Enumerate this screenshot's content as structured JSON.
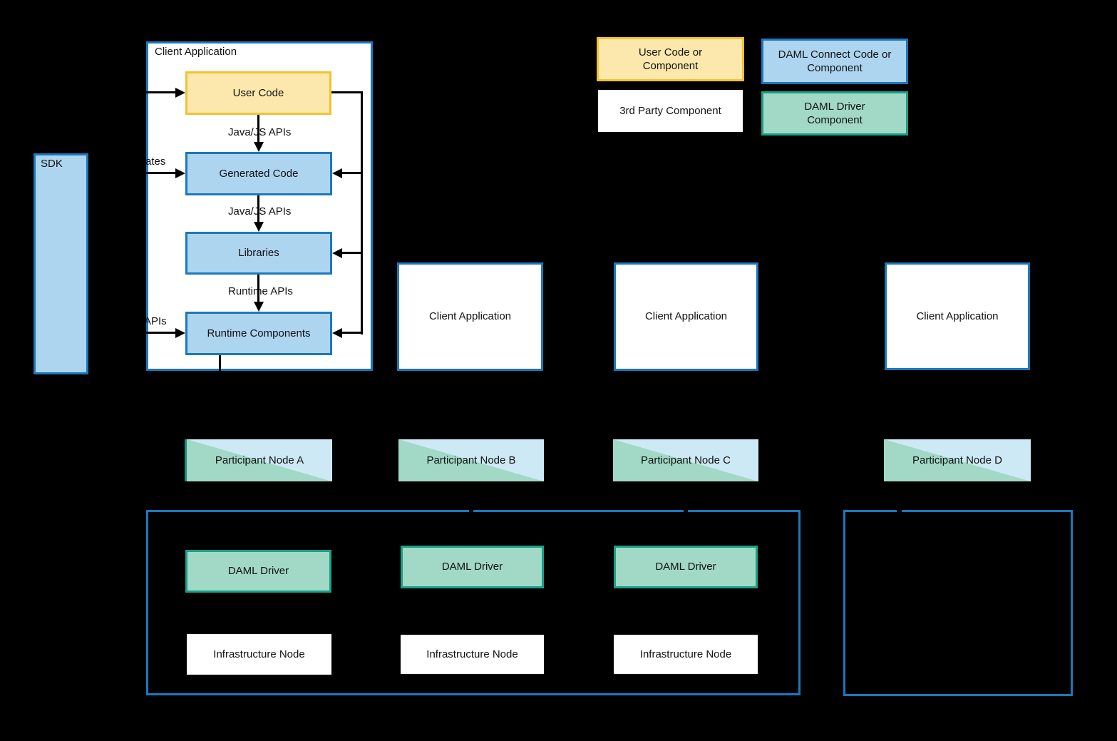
{
  "colors": {
    "background": "#000000",
    "daml_connect_fill": "#AED5F0",
    "daml_connect_border": "#1A78BE",
    "user_fill": "#FCE8AC",
    "user_border": "#F1C232",
    "driver_fill": "#A2D9C6",
    "driver_border": "#18A087",
    "participant_node_blue": "#CDE9F6",
    "participant_node_green": "#A2D9C6",
    "text": "#111111"
  },
  "sdk": {
    "label": "SDK"
  },
  "main_client_app": {
    "title": "Client Application",
    "user_code": "User Code",
    "generated_code": "Generated Code",
    "libraries": "Libraries",
    "runtime_components": "Runtime Components",
    "arrow_label_1": "Java/JS APIs",
    "arrow_label_2": "Java/JS APIs",
    "arrow_label_3": "Runtime APIs",
    "clipped_label_generates": "ates",
    "clipped_label_apis": "APIs"
  },
  "legend": {
    "user": "User Code or Component",
    "daml_connect": "DAML Connect Code or Component",
    "third_party": "3rd Party Component",
    "daml_driver": "DAML Driver Component"
  },
  "client_apps": {
    "b": "Client Application",
    "c": "Client Application",
    "d": "Client Application"
  },
  "participant_nodes": {
    "a": "Participant Node A",
    "b": "Participant Node B",
    "c": "Participant Node C",
    "d": "Participant Node D"
  },
  "drivers": {
    "a": "DAML Driver",
    "b": "DAML Driver",
    "c": "DAML Driver"
  },
  "infra_nodes": {
    "a": "Infrastructure Node",
    "b": "Infrastructure Node",
    "c": "Infrastructure Node"
  }
}
